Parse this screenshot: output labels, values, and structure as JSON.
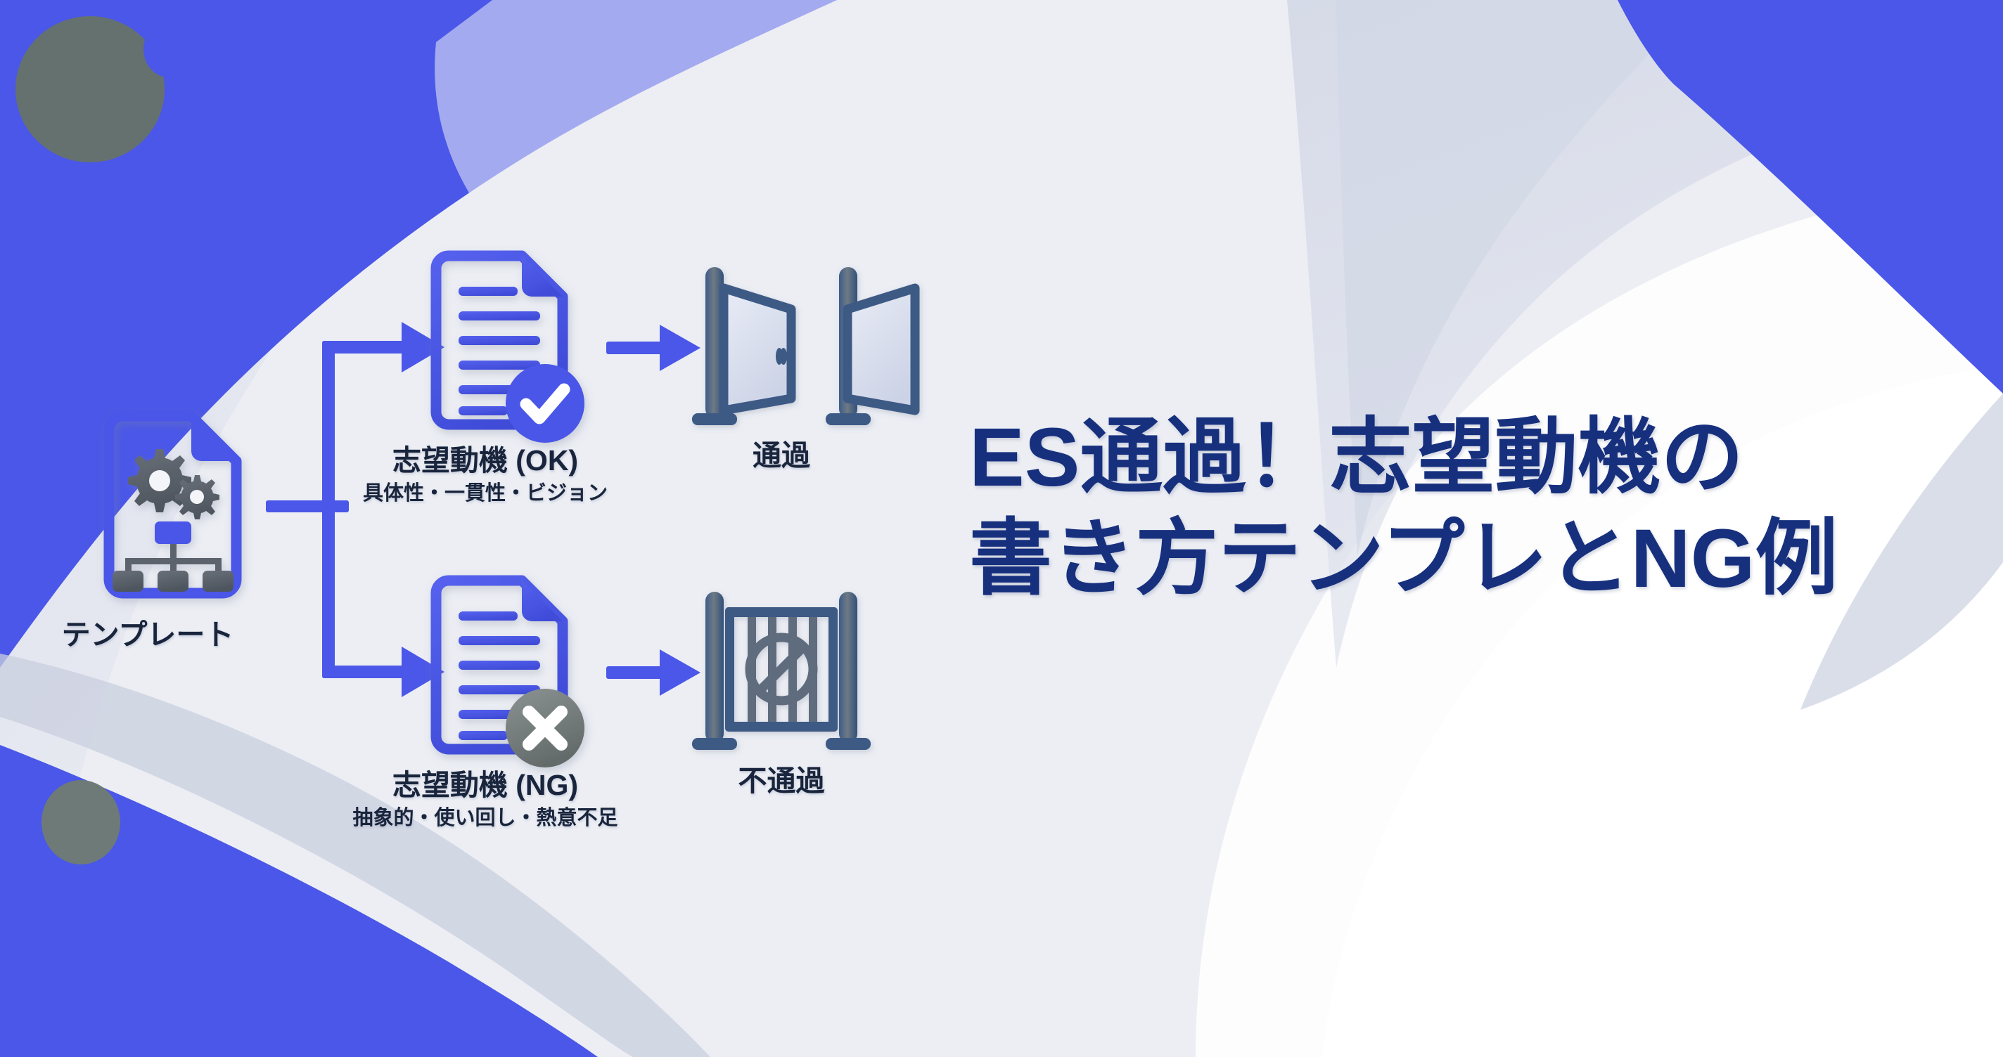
{
  "colors": {
    "brand_blue": "#4a57e8",
    "headline_navy": "#17307e",
    "label_ink": "#19253c",
    "gate_slate": "#3c5a85",
    "gray_circle": "#6e7a78",
    "bg_light": "#eceef4",
    "bg_white": "#fbfbfd",
    "bg_lavender": "#d4d8e6",
    "doc_blue": "#4a57e8",
    "gear_gray": "#5d646c",
    "ng_badge_gray": "#767e7e"
  },
  "headline": {
    "line1": "ES通過！志望動機の",
    "line2": "書き方テンプレとNG例"
  },
  "diagram": {
    "template_node": {
      "label": "テンプレート",
      "icon": "template-document-gears-icon"
    },
    "branches": [
      {
        "id": "ok",
        "doc_icon": "document-check-icon",
        "badge": "check-badge-icon",
        "label_main": "志望動機 (OK)",
        "label_sub": "具体性・一貫性・ビジョン",
        "result_icon": "open-gate-icon",
        "result_label": "通過"
      },
      {
        "id": "ng",
        "doc_icon": "document-cross-icon",
        "badge": "cross-badge-icon",
        "label_main": "志望動機 (NG)",
        "label_sub": "抽象的・使い回し・熱意不足",
        "result_icon": "closed-gate-icon",
        "result_label": "不通過"
      }
    ],
    "connectors": {
      "split_arrow": "branch-arrow-icon",
      "result_arrow": "right-arrow-icon"
    }
  },
  "decorations": {
    "shapes": [
      {
        "name": "blue-wedge-top-left"
      },
      {
        "name": "blue-wedge-top-right"
      },
      {
        "name": "blue-wedge-bottom-left"
      },
      {
        "name": "gray-circle-large-top"
      },
      {
        "name": "gray-circle-bottom"
      },
      {
        "name": "blue-circle-small"
      },
      {
        "name": "white-blob-right"
      },
      {
        "name": "lavender-wave"
      }
    ]
  }
}
